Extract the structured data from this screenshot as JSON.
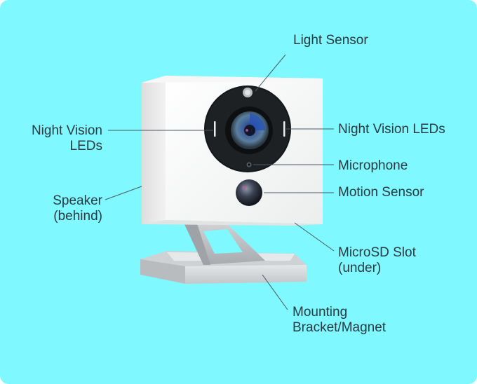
{
  "diagram": {
    "subject": "Wi-Fi security camera",
    "background_color": "#7ff8ff",
    "label_color": "#2b3a40",
    "labels": [
      {
        "id": "light-sensor",
        "text": "Light Sensor"
      },
      {
        "id": "night-vision-left",
        "line1": "Night Vision",
        "line2": "LEDs"
      },
      {
        "id": "night-vision-right",
        "text": "Night Vision LEDs"
      },
      {
        "id": "microphone",
        "text": "Microphone"
      },
      {
        "id": "motion-sensor",
        "text": "Motion Sensor"
      },
      {
        "id": "speaker",
        "line1": "Speaker",
        "line2": "(behind)"
      },
      {
        "id": "microsd",
        "line1": "MicroSD Slot",
        "line2": "(under)"
      },
      {
        "id": "mount",
        "line1": "Mounting",
        "line2": "Bracket/Magnet"
      }
    ]
  }
}
